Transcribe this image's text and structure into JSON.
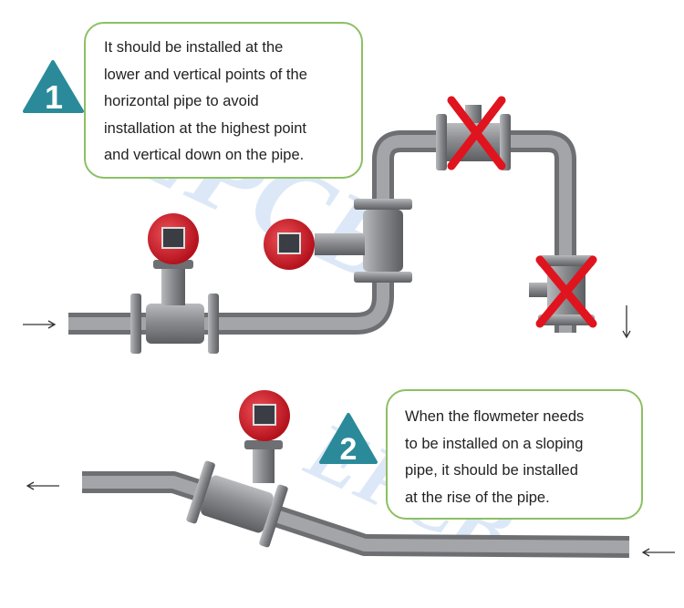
{
  "watermark": "EPCB",
  "step1": {
    "number": "1",
    "lines": [
      "It should be installed at the",
      "lower and vertical points of the",
      "horizontal pipe to avoid",
      "installation at the highest point",
      "and vertical down on the pipe."
    ]
  },
  "step2": {
    "number": "2",
    "lines": [
      "When the flowmeter needs",
      "to be installed on a sloping",
      "pipe, it should be installed",
      "at the rise of the pipe."
    ]
  },
  "colors": {
    "badge": "#2a8a9a",
    "note_border": "#8cc063",
    "pipe": "#8a8c90",
    "transmitter": "#d9202c",
    "wrong_mark": "#e0141e"
  }
}
